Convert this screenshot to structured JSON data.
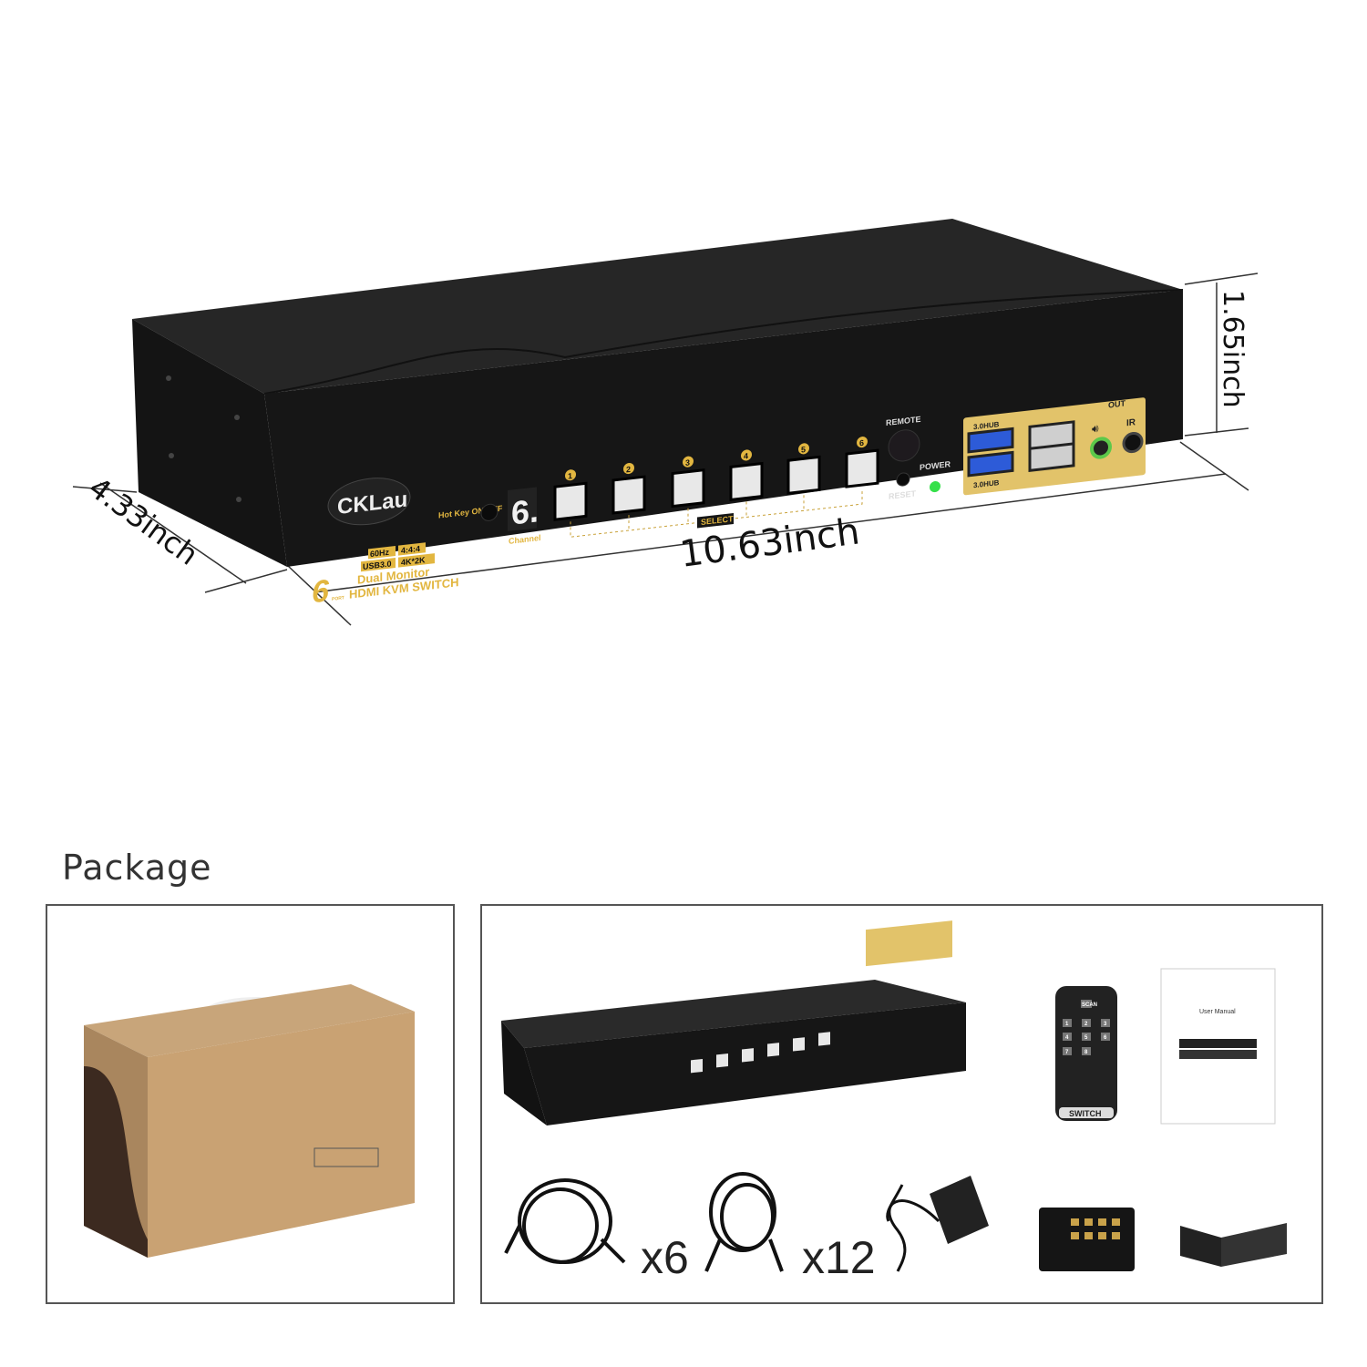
{
  "product": {
    "brand": "CKLau",
    "badges": [
      "60Hz",
      "4:4:4",
      "USB3.0",
      "4K*2K"
    ],
    "title_line1": "Dual Monitor",
    "title_line2": "HDMI KVM SWITCH",
    "port_count": "6",
    "port_word": "PORT",
    "hotkey_label": "Hot Key ON/OFF",
    "channel_display": "6.",
    "channel_label": "Channel",
    "select_buttons": [
      "1",
      "2",
      "3",
      "4",
      "5",
      "6"
    ],
    "select_label": "SELECT",
    "remote_label": "REMOTE",
    "power_label": "POWER",
    "reset_label": "RESET",
    "hub_label_top": "3.0HUB",
    "hub_label_bottom": "3.0HUB",
    "out_label": "OUT",
    "ir_label": "IR",
    "colors": {
      "body": "#1c1c1c",
      "accent": "#e2b640",
      "power_led": "#36e04a",
      "usb3": "#2d5bd8"
    }
  },
  "dimensions": {
    "length": "10.63inch",
    "depth": "4.33inch",
    "height": "1.65inch"
  },
  "package": {
    "title": "Package",
    "remote_label": "SWITCH",
    "remote_keys": [
      "SCAN",
      "1",
      "2",
      "3",
      "4",
      "5",
      "6",
      "7",
      "8"
    ],
    "manual_title": "User Manual",
    "usb_cable_qty": "x6",
    "hdmi_cable_qty": "x12"
  }
}
